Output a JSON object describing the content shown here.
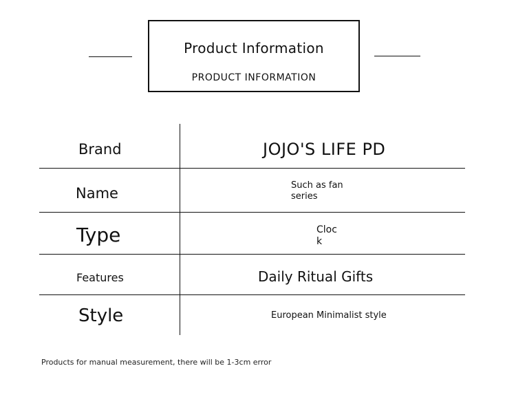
{
  "header": {
    "title": "Product Information",
    "subtitle": "PRODUCT INFORMATION"
  },
  "rows": [
    {
      "label": "Brand",
      "value": "JOJO'S LIFE PD"
    },
    {
      "label": "Name",
      "value_lines": [
        "Such as fan",
        "series"
      ]
    },
    {
      "label": "Type",
      "value_lines": [
        "Cloc",
        "k"
      ]
    },
    {
      "label": "Features",
      "value": "Daily Ritual Gifts"
    },
    {
      "label": "Style",
      "value": "European Minimalist style"
    }
  ],
  "footnote": "Products for manual measurement, there will be 1-3cm error"
}
